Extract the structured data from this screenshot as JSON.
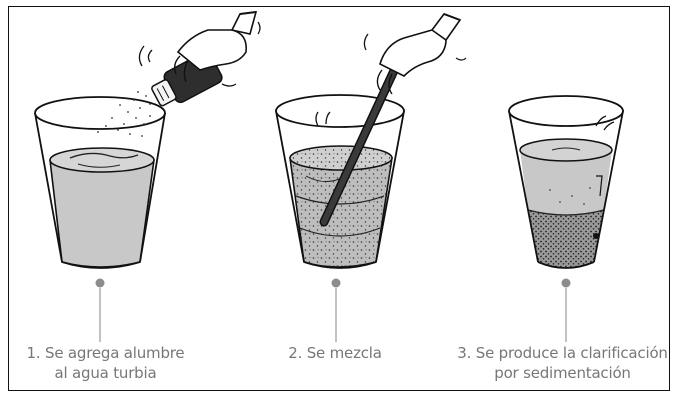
{
  "steps": [
    {
      "line1": "1. Se agrega alumbre",
      "line2": "al agua turbia"
    },
    {
      "line1": "2. Se mezcla",
      "line2": ""
    },
    {
      "line1": "3. Se produce la clarificación",
      "line2": "por sedimentación"
    }
  ],
  "colors": {
    "outline": "#111111",
    "water": "#c8c8c8",
    "water_mixed": "#bdbdbd",
    "sediment": "#8a8a8a",
    "marker": "#8c8c8c",
    "caption": "#777777"
  }
}
